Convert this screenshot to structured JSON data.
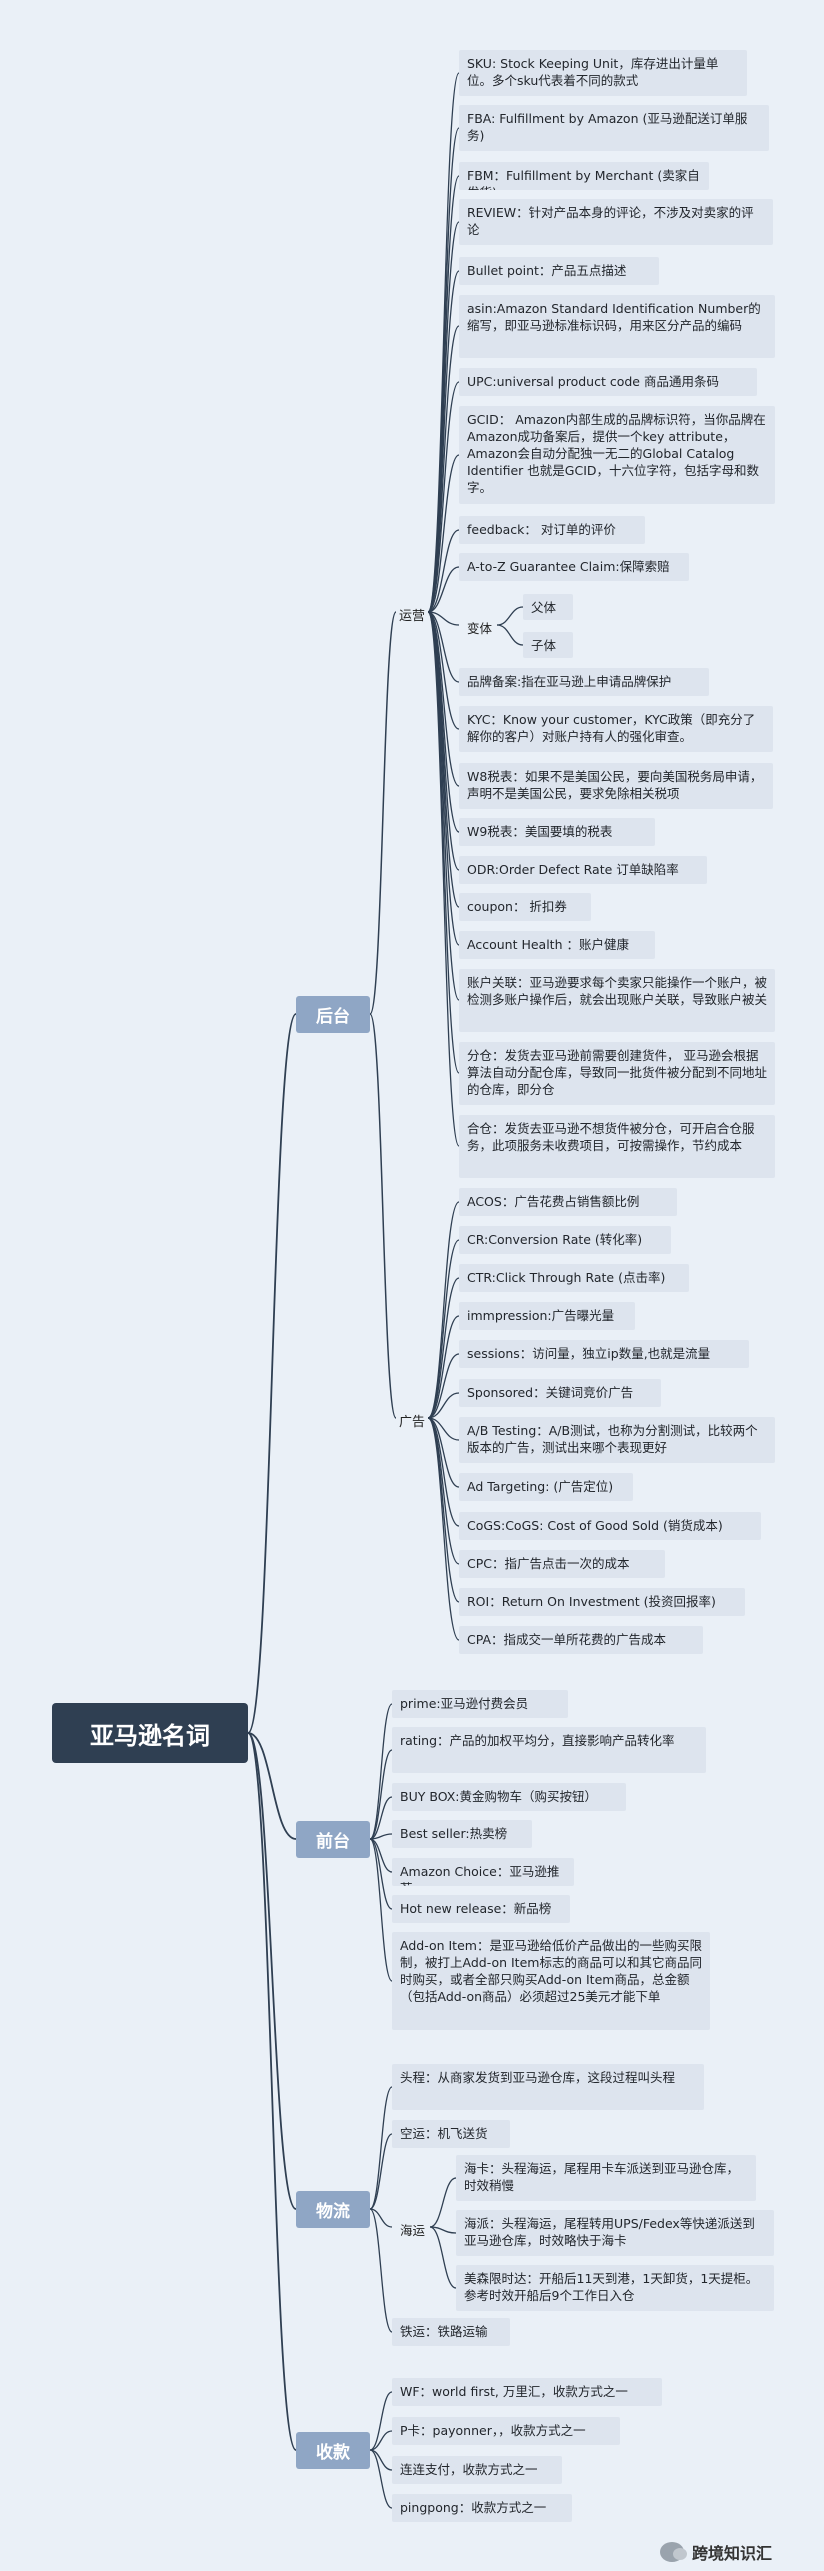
{
  "root": "亚马逊名词",
  "branches": {
    "backend": {
      "label": "后台",
      "ops": {
        "label": "运营",
        "items": [
          "SKU: Stock Keeping Unit，库存进出计量单位。多个sku代表着不同的款式",
          "FBA: Fulfillment by Amazon (亚马逊配送订单服务)",
          "FBM：Fulfillment by Merchant (卖家自发货)",
          "REVIEW：针对产品本身的评论，不涉及对卖家的评论",
          "Bullet point：产品五点描述",
          "asin:Amazon Standard Identification Number的缩写，即亚马逊标准标识码，用来区分产品的编码",
          "UPC:universal product code 商品通用条码",
          "GCID： Amazon内部生成的品牌标识符，当你品牌在Amazon成功备案后，提供一个key attribute，Amazon会自动分配独一无二的Global Catalog Identifier 也就是GCID，十六位字符，包括字母和数字。",
          "feedback： 对订单的评价",
          "A-to-Z Guarantee Claim:保障索赔"
        ],
        "variant": {
          "label": "变体",
          "children": [
            "父体",
            "子体"
          ]
        },
        "items2": [
          "品牌备案:指在亚马逊上申请品牌保护",
          "KYC：Know your customer，KYC政策（即充分了解你的客户）对账户持有人的强化审查。",
          "W8税表：如果不是美国公民，要向美国税务局申请，声明不是美国公民，要求免除相关税项",
          "W9税表：美国要填的税表",
          "ODR:Order Defect Rate 订单缺陷率",
          "coupon： 折扣券",
          "Account Health ：账户健康",
          "账户关联：亚马逊要求每个卖家只能操作一个账户，被检测多账户操作后，就会出现账户关联，导致账户被关",
          "分仓：发货去亚马逊前需要创建货件， 亚马逊会根据算法自动分配仓库，导致同一批货件被分配到不同地址的仓库，即分仓",
          "合仓：发货去亚马逊不想货件被分仓，可开启合仓服务，此项服务未收费项目，可按需操作，节约成本"
        ]
      },
      "ads": {
        "label": "广告",
        "items": [
          "ACOS：广告花费占销售额比例",
          "CR:Conversion Rate (转化率)",
          "CTR:Click Through Rate (点击率)",
          "immpression:广告曝光量",
          "sessions：访问量，独立ip数量,也就是流量",
          "Sponsored：关键词竞价广告",
          "A/B Testing：A/B测试，也称为分割测试，比较两个版本的广告，测试出来哪个表现更好",
          "Ad Targeting: (广告定位)",
          "CoGS:CoGS: Cost of Good Sold (销货成本)",
          "CPC：指广告点击一次的成本",
          "ROI：Return On Investment (投资回报率)",
          "CPA：指成交一单所花费的广告成本"
        ]
      }
    },
    "frontend": {
      "label": "前台",
      "items": [
        "prime:亚马逊付费会员",
        "rating：产品的加权平均分，直接影响产品转化率",
        "BUY BOX:黄金购物车（购买按钮）",
        "Best seller:热卖榜",
        "Amazon Choice：亚马逊推荐",
        "Hot new release：新品榜",
        "Add-on Item：是亚马逊给低价产品做出的一些购买限制，被打上Add-on Item标志的商品可以和其它商品同时购买，或者全部只购买Add-on Item商品，总金额（包括Add-on商品）必须超过25美元才能下单"
      ]
    },
    "logistics": {
      "label": "物流",
      "items": [
        "头程：从商家发货到亚马逊仓库，这段过程叫头程",
        "空运：机飞送货"
      ],
      "sea": {
        "label": "海运",
        "children": [
          "海卡：头程海运，尾程用卡车派送到亚马逊仓库，时效稍慢",
          "海派：头程海运，尾程转用UPS/Fedex等快递派送到亚马逊仓库，时效略快于海卡",
          "美森限时达：开船后11天到港，1天卸货，1天提柜。参考时效开船后9个工作日入仓"
        ]
      },
      "rail": "铁运：铁路运输"
    },
    "payment": {
      "label": "收款",
      "items": [
        "WF：world first, 万里汇，收款方式之一",
        "P卡：payonner，，收款方式之一",
        "连连支付，收款方式之一",
        "pingpong：收款方式之一"
      ]
    }
  },
  "watermark": "跨境知识汇",
  "colors": {
    "background": "#eaf0f7",
    "root": "#2f3f52",
    "main": "#8fa6c5",
    "leaf": "#dde4ee",
    "line": "#2f3f52"
  }
}
